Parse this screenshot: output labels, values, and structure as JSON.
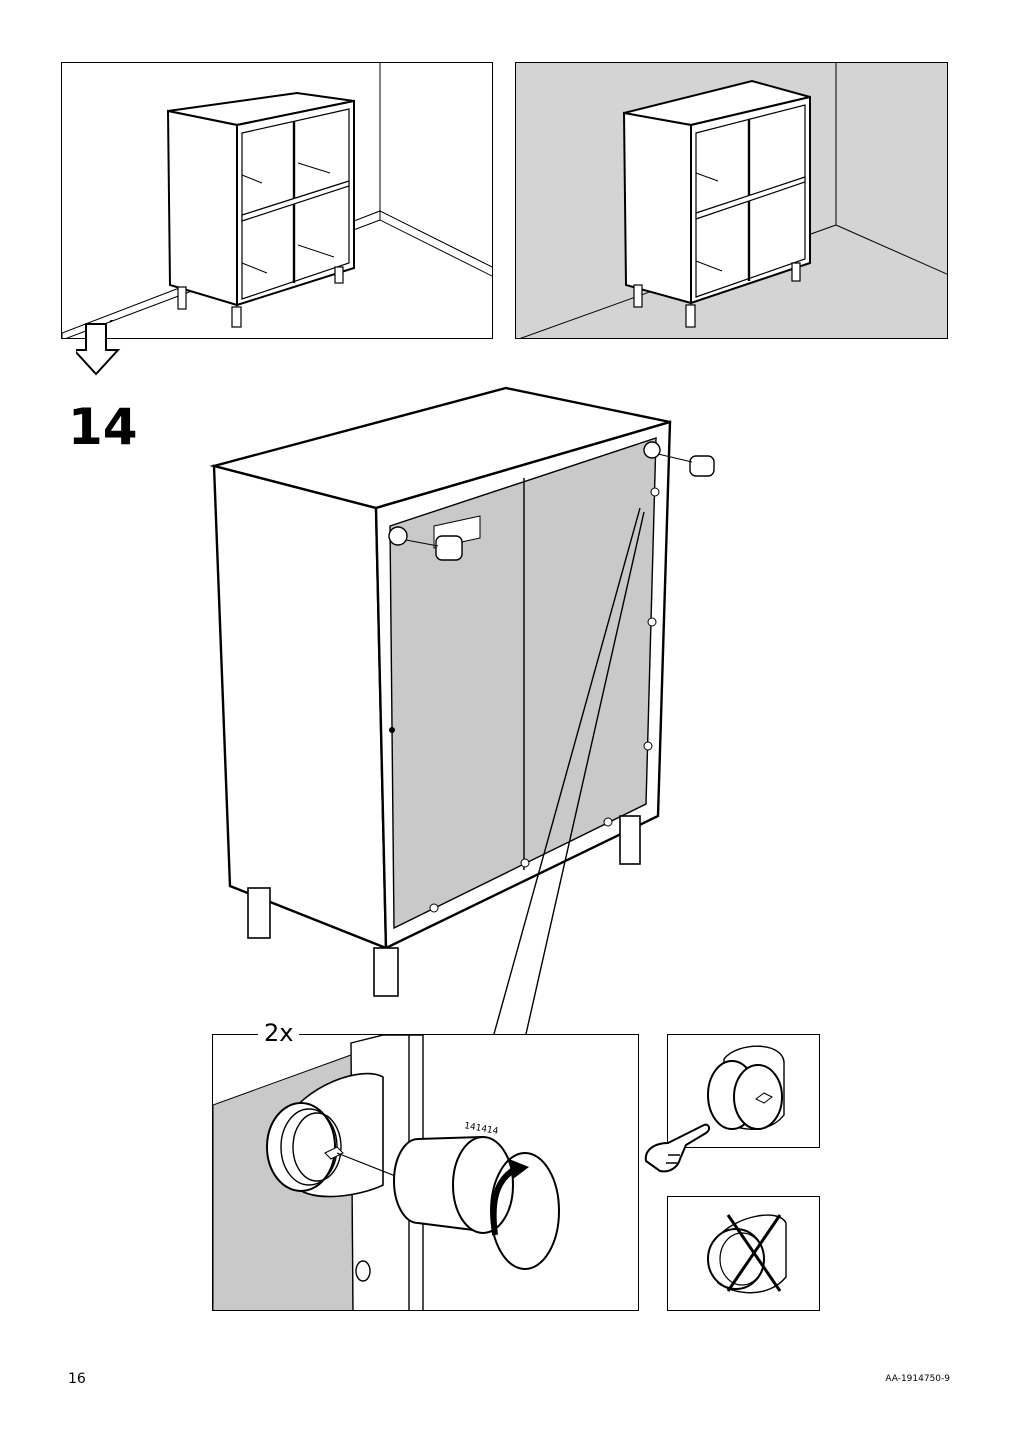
{
  "step": {
    "number": "14"
  },
  "detail": {
    "quantity": "2x",
    "part_number": "141414"
  },
  "footer": {
    "page_number": "16",
    "doc_code": "AA-1914750-9"
  },
  "icons": {
    "flow_arrow": "arrow-down-outline-icon",
    "hand": "pointing-hand-icon",
    "wrong": "cross-icon",
    "rotate": "rotate-arrow-icon"
  },
  "colors": {
    "panel_gray": "#d4d4d4",
    "back_panel_gray": "#c9c9c9",
    "line": "#000000"
  }
}
